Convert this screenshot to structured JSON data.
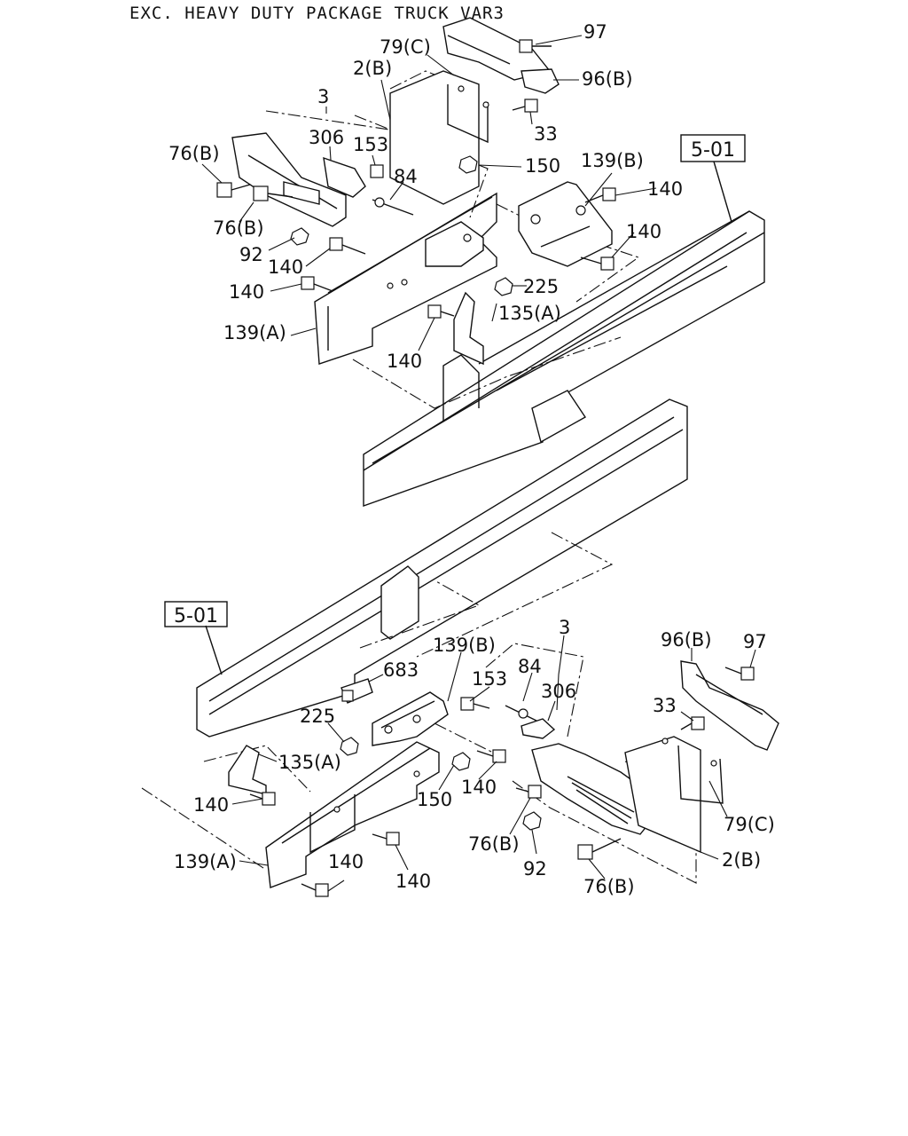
{
  "title": "EXC. HEAVY DUTY PACKAGE TRUCK VAR3",
  "ref_boxes": {
    "top": "5-01",
    "bottom": "5-01"
  },
  "top_labels": {
    "p97": "97",
    "p79c": "79(C)",
    "p96b": "96(B)",
    "p2b": "2(B)",
    "p33": "33",
    "p3": "3",
    "p306": "306",
    "p153": "153",
    "p150": "150",
    "p76b_a": "76(B)",
    "p84": "84",
    "p139b": "139(B)",
    "p140_a": "140",
    "p76b_b": "76(B)",
    "p140_b": "140",
    "p92": "92",
    "p140_c": "140",
    "p225": "225",
    "p140_d": "140",
    "p135a": "135(A)",
    "p139a": "139(A)",
    "p140_e": "140"
  },
  "bottom_labels": {
    "p3": "3",
    "p139b": "139(B)",
    "p96b": "96(B)",
    "p97": "97",
    "p84": "84",
    "p683": "683",
    "p153": "153",
    "p306": "306",
    "p33": "33",
    "p225": "225",
    "p135a": "135(A)",
    "p150": "150",
    "p140_a": "140",
    "p140_b": "140",
    "p79c": "79(C)",
    "p139a": "139(A)",
    "p140_c": "140",
    "p140_d": "140",
    "p76b_a": "76(B)",
    "p92": "92",
    "p2b": "2(B)",
    "p76b_b": "76(B)"
  }
}
